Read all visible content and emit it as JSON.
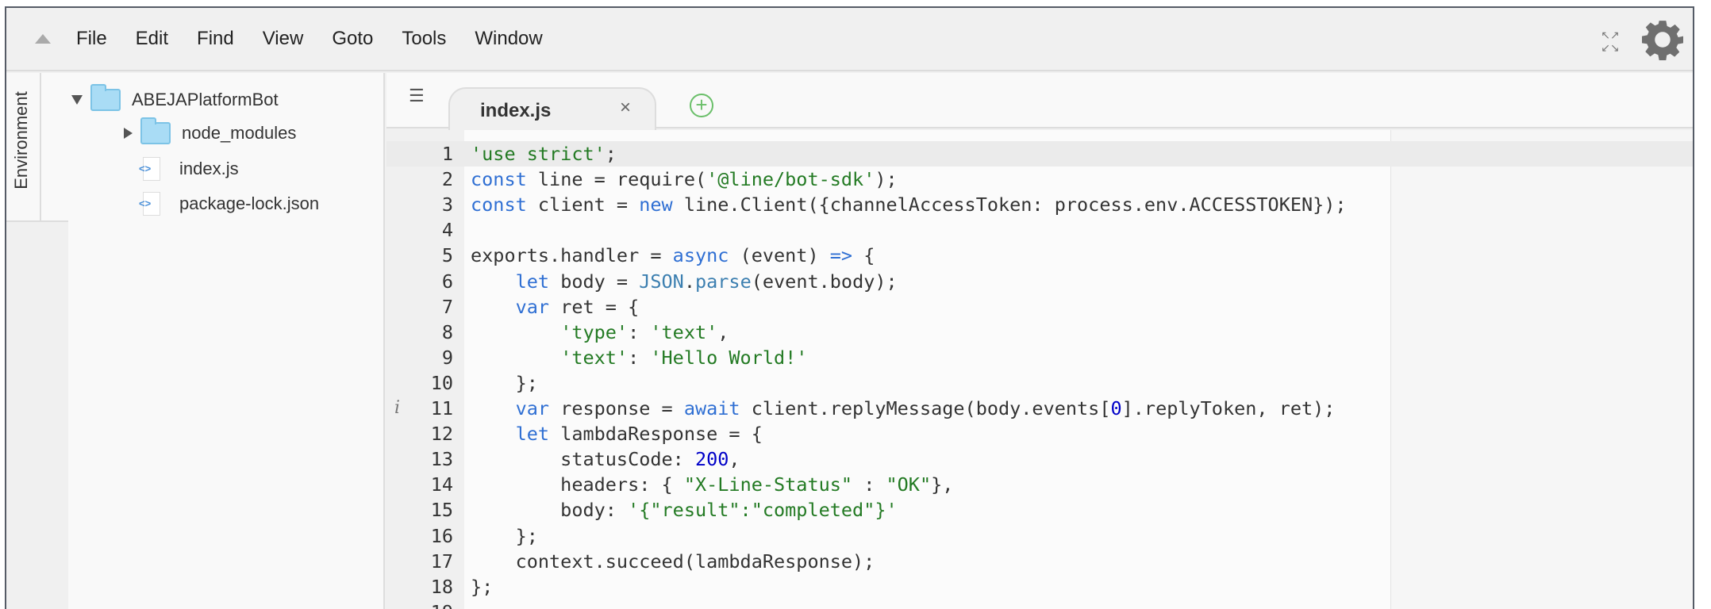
{
  "menubar": {
    "items": [
      "File",
      "Edit",
      "Find",
      "View",
      "Goto",
      "Tools",
      "Window"
    ]
  },
  "sidebar": {
    "tab_label": "Environment",
    "tree": [
      {
        "label": "ABEJAPlatformBot",
        "type": "folder",
        "expanded": true,
        "depth": 0
      },
      {
        "label": "node_modules",
        "type": "folder",
        "expanded": false,
        "depth": 1
      },
      {
        "label": "index.js",
        "type": "file",
        "depth": 1
      },
      {
        "label": "package-lock.json",
        "type": "file",
        "depth": 1
      }
    ]
  },
  "tabs": [
    {
      "label": "index.js",
      "active": true
    }
  ],
  "file_icon_glyph": "<>",
  "add_tab_glyph": "+",
  "close_glyph": "×",
  "colors": {
    "keyword": "#2f6fd3",
    "string": "#237a23",
    "number": "#0000c8",
    "add_tab": "#6abf69"
  },
  "editor": {
    "active_line": 1,
    "info_line": 11,
    "info_glyph": "i",
    "lines": [
      [
        [
          "s",
          "'use strict'"
        ],
        [
          "p",
          ";"
        ]
      ],
      [
        [
          "k",
          "const"
        ],
        [
          "p",
          " line = require("
        ],
        [
          "s",
          "'@line/bot-sdk'"
        ],
        [
          "p",
          ");"
        ]
      ],
      [
        [
          "k",
          "const"
        ],
        [
          "p",
          " client = "
        ],
        [
          "k",
          "new"
        ],
        [
          "p",
          " line.Client({channelAccessToken: process.env.ACCESSTOKEN});"
        ]
      ],
      [],
      [
        [
          "p",
          "exports.handler = "
        ],
        [
          "k",
          "async"
        ],
        [
          "p",
          " (event) "
        ],
        [
          "k",
          "=>"
        ],
        [
          "p",
          " {"
        ]
      ],
      [
        [
          "p",
          "    "
        ],
        [
          "k",
          "let"
        ],
        [
          "p",
          " body = "
        ],
        [
          "t",
          "JSON"
        ],
        [
          "p",
          "."
        ],
        [
          "t",
          "parse"
        ],
        [
          "p",
          "(event.body);"
        ]
      ],
      [
        [
          "p",
          "    "
        ],
        [
          "k",
          "var"
        ],
        [
          "p",
          " ret = {"
        ]
      ],
      [
        [
          "p",
          "        "
        ],
        [
          "s",
          "'type'"
        ],
        [
          "p",
          ": "
        ],
        [
          "s",
          "'text'"
        ],
        [
          "p",
          ","
        ]
      ],
      [
        [
          "p",
          "        "
        ],
        [
          "s",
          "'text'"
        ],
        [
          "p",
          ": "
        ],
        [
          "s",
          "'Hello World!'"
        ]
      ],
      [
        [
          "p",
          "    };"
        ]
      ],
      [
        [
          "p",
          "    "
        ],
        [
          "k",
          "var"
        ],
        [
          "p",
          " response = "
        ],
        [
          "k",
          "await"
        ],
        [
          "p",
          " client.replyMessage(body.events["
        ],
        [
          "n",
          "0"
        ],
        [
          "p",
          "].replyToken, ret);"
        ]
      ],
      [
        [
          "p",
          "    "
        ],
        [
          "k",
          "let"
        ],
        [
          "p",
          " lambdaResponse = {"
        ]
      ],
      [
        [
          "p",
          "        statusCode: "
        ],
        [
          "n",
          "200"
        ],
        [
          "p",
          ","
        ]
      ],
      [
        [
          "p",
          "        headers: { "
        ],
        [
          "s",
          "\"X-Line-Status\""
        ],
        [
          "p",
          " : "
        ],
        [
          "s",
          "\"OK\""
        ],
        [
          "p",
          "},"
        ]
      ],
      [
        [
          "p",
          "        body: "
        ],
        [
          "s",
          "'{\"result\":\"completed\"}'"
        ]
      ],
      [
        [
          "p",
          "    };"
        ]
      ],
      [
        [
          "p",
          "    context.succeed(lambdaResponse);"
        ]
      ],
      [
        [
          "p",
          "};"
        ]
      ],
      []
    ]
  }
}
